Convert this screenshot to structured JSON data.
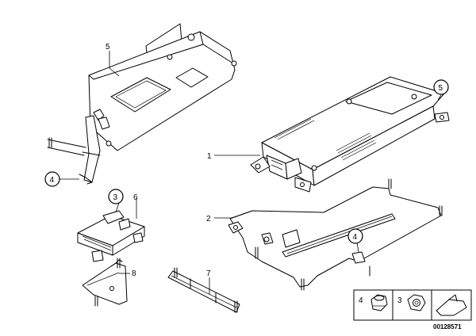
{
  "diagram": {
    "callouts": {
      "p1": "1",
      "p2": "2",
      "p5": "5",
      "p6": "6",
      "p7": "7",
      "p8": "8"
    },
    "circled": {
      "c4_left": "4",
      "c3_left": "3",
      "c5_right": "5",
      "c4_right": "4"
    },
    "legend": {
      "item_a": "4",
      "item_b": "3"
    },
    "image_number": "00128571"
  }
}
